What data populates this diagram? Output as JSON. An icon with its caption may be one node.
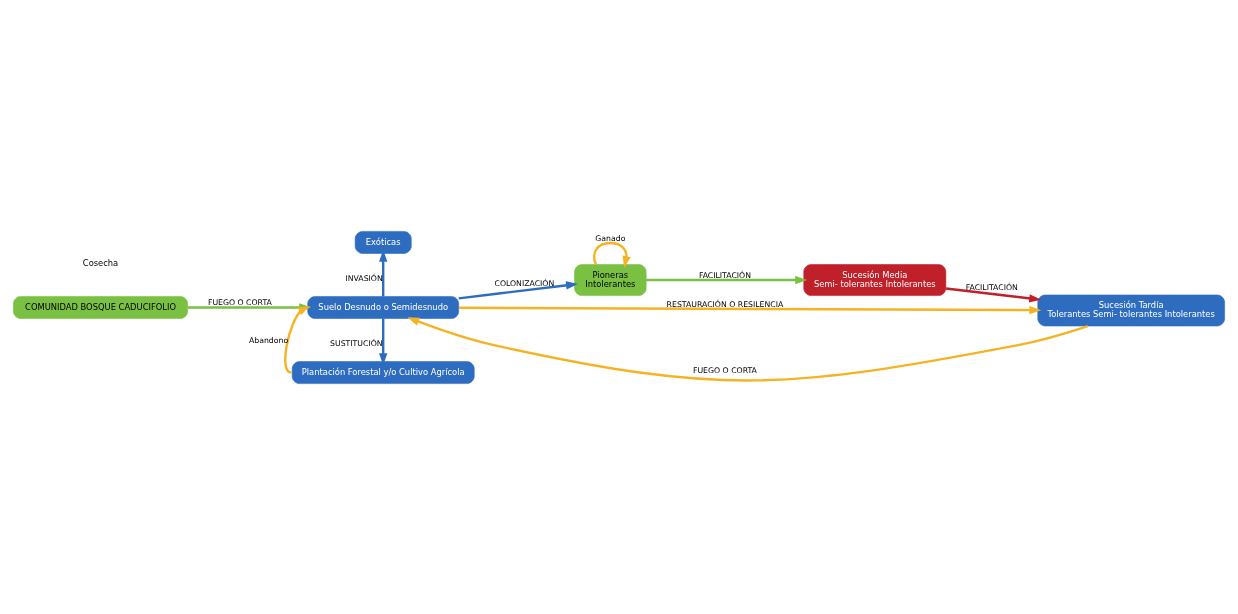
{
  "diagram": {
    "nodes": [
      {
        "text": [
          "COMUNIDAD BOSQUE CADUCIFOLIO"
        ]
      },
      {
        "text": [
          "Exóticas"
        ]
      },
      {
        "text": [
          "Suelo Desnudo o Semidesnudo"
        ]
      },
      {
        "text": [
          "Plantación Forestal y/o Cultivo Agrícola"
        ]
      },
      {
        "text": [
          "Pioneras",
          "Intolerantes"
        ]
      },
      {
        "text": [
          "Sucesión Media",
          "Semi- tolerantes Intolerantes"
        ]
      },
      {
        "text": [
          "Sucesión Tardía",
          "Tolerantes Semi- tolerantes Intolerantes"
        ]
      }
    ],
    "edges": [
      {
        "from": 0,
        "to": 2,
        "arrow": "to",
        "label": "FUEGO O CORTA",
        "color": "#7ac143"
      },
      {
        "from": 2,
        "to": 1,
        "arrow": "to",
        "label": "INVASIÓN",
        "color": "#2e6cc0"
      },
      {
        "from": 2,
        "to": 3,
        "arrow": "to",
        "label": "SUSTITUCIÓN",
        "color": "#2e6cc0"
      },
      {
        "from": 3,
        "to": 2,
        "arrow": "to",
        "label": "Abandono",
        "color": "#f5b324"
      },
      {
        "from": 2,
        "to": 4,
        "arrow": "to",
        "label": "COLONIZACIÓN",
        "color": "#2e6cc0"
      },
      {
        "from": 4,
        "to": 4,
        "arrow": "to",
        "label": "Ganado",
        "color": "#f5b324"
      },
      {
        "from": 4,
        "to": 5,
        "arrow": "to",
        "label": "FACILITACIÓN",
        "color": "#7ac143"
      },
      {
        "from": 5,
        "to": 6,
        "arrow": "to",
        "label": "FACILITACIÓN",
        "color": "#c0202a"
      },
      {
        "from": 6,
        "to": 2,
        "arrow": "to",
        "label": "FUEGO O CORTA",
        "color": "#f5b324"
      },
      {
        "from": 2,
        "to": 6,
        "arrow": "to",
        "label": "RESTAURACIÓN O RESILENCIA",
        "color": "#f5b324"
      }
    ],
    "labels": [
      "Cosecha"
    ]
  }
}
